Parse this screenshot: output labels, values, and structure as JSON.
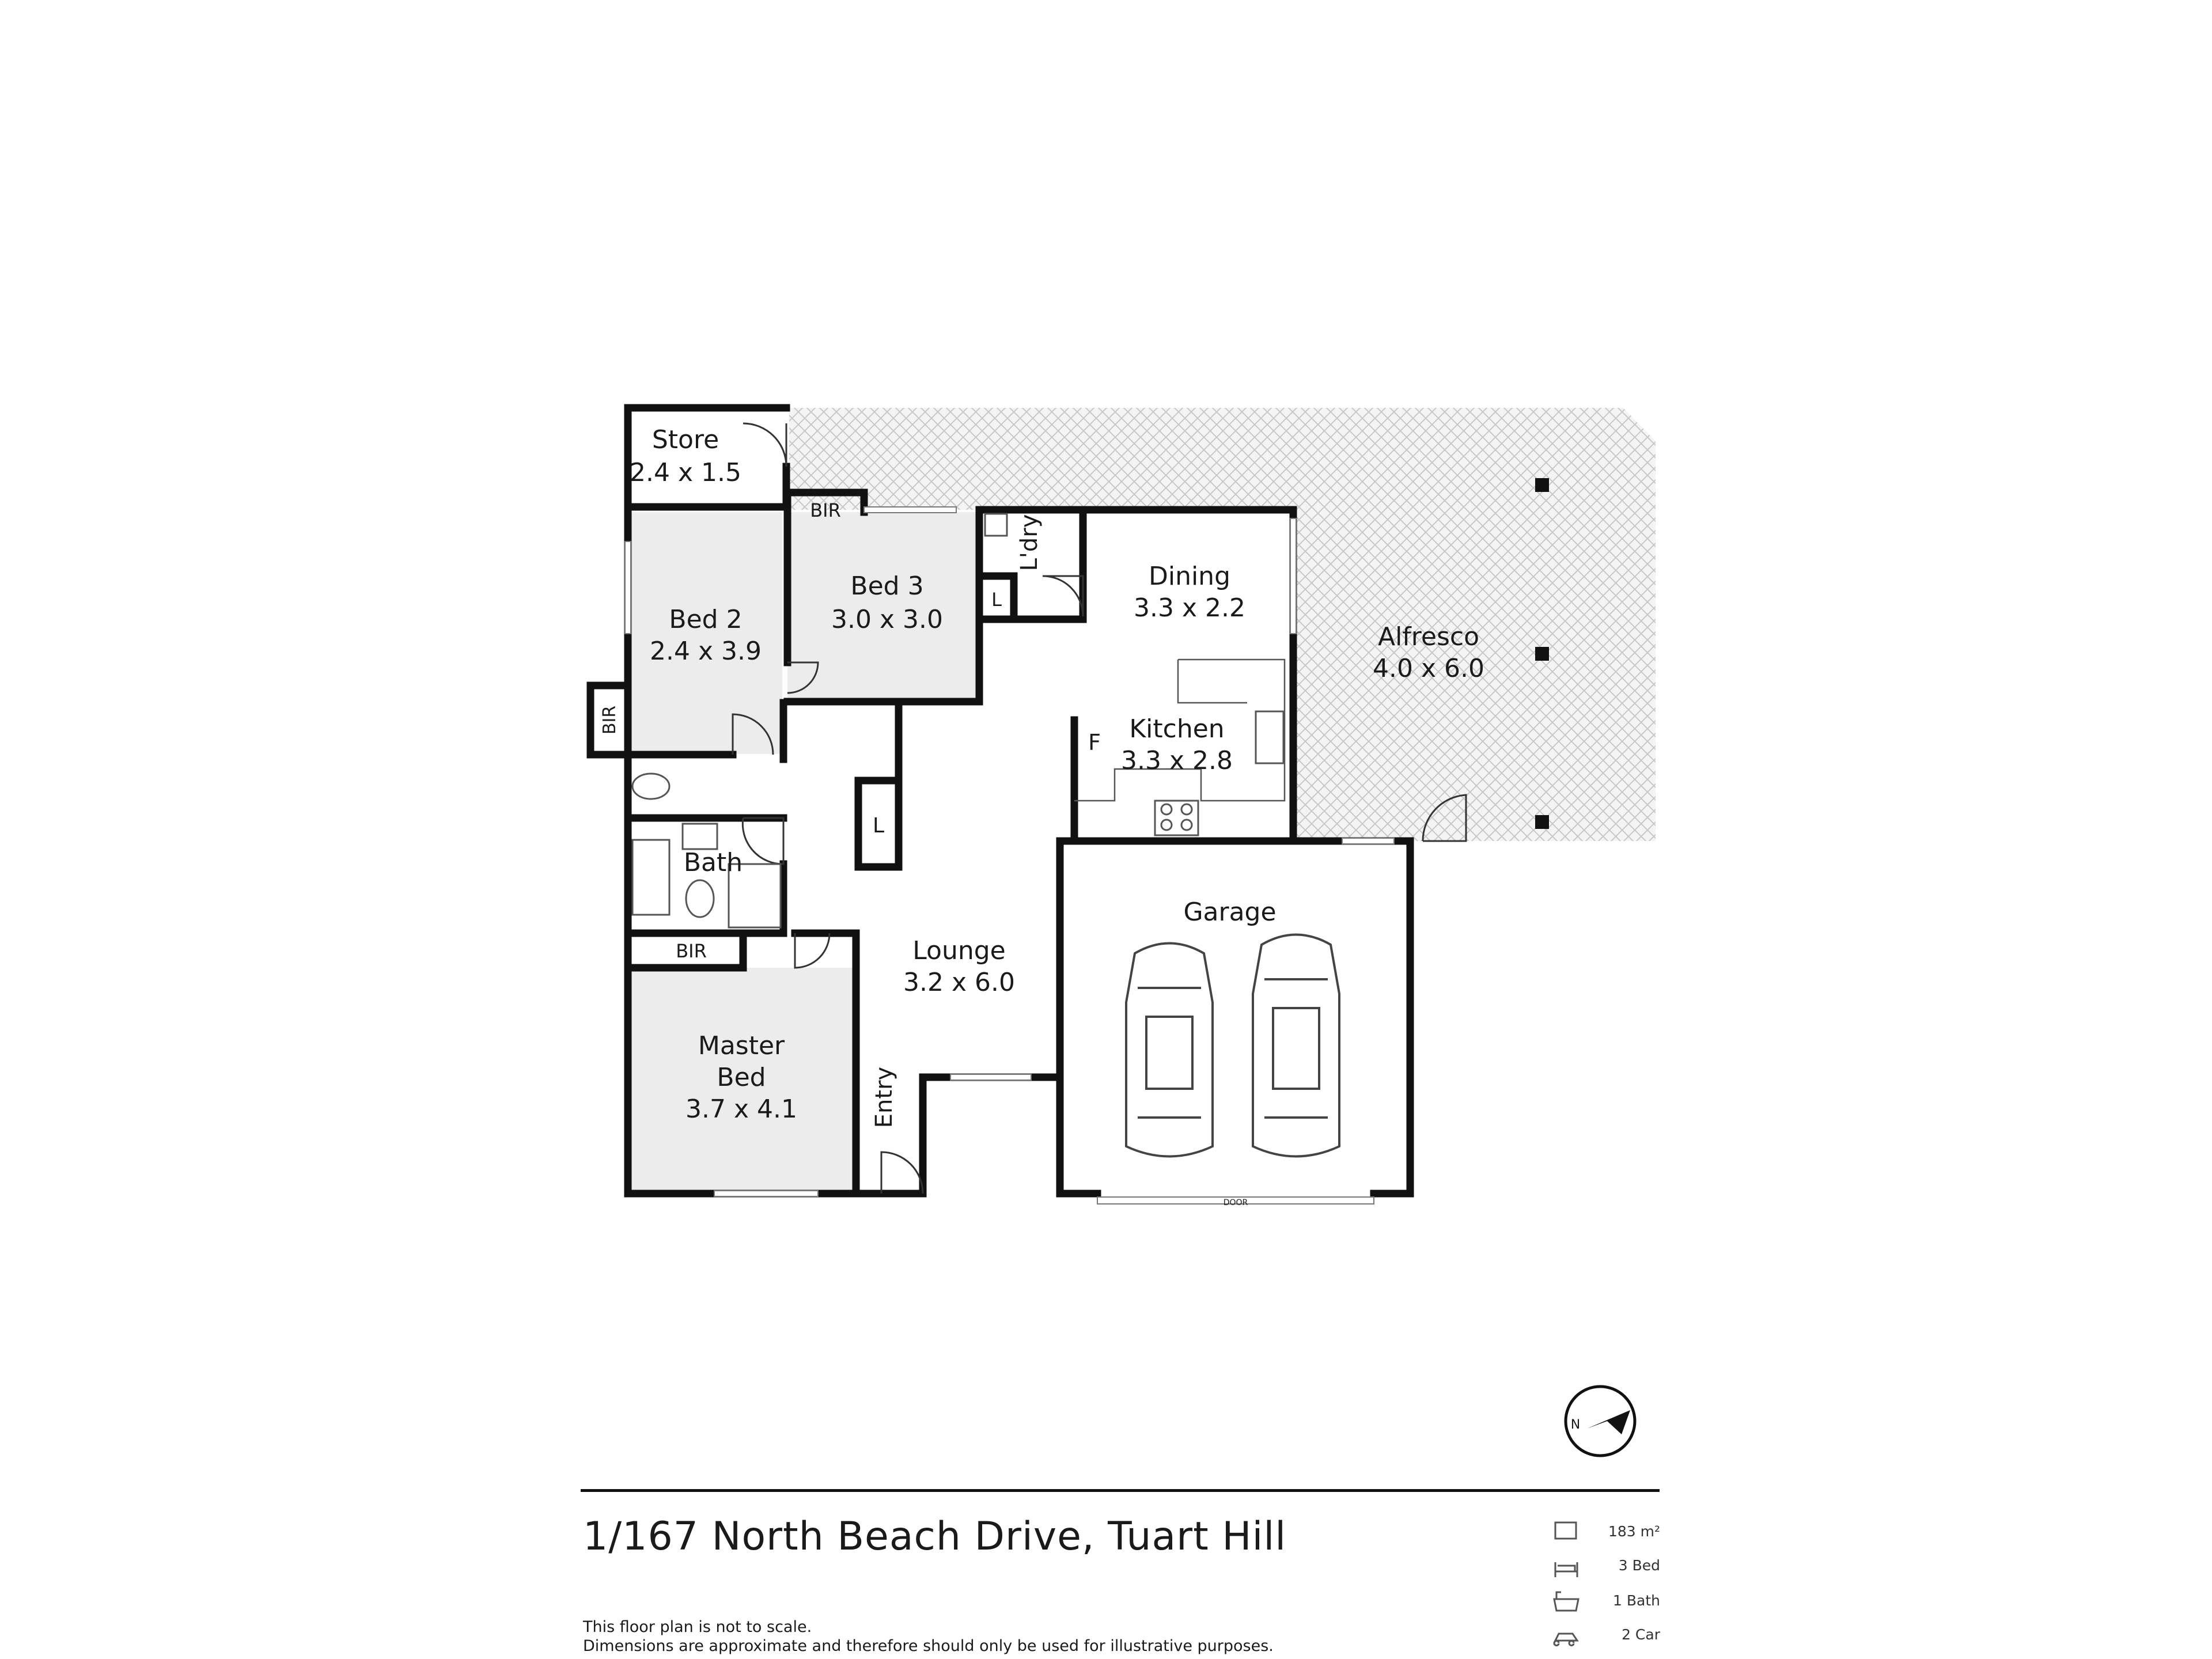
{
  "colors": {
    "room_fill": "#ececec",
    "wall": "#111111",
    "paving": "#d2d2d2"
  },
  "rooms": {
    "store": {
      "name": "Store",
      "size": "2.4 x 1.5"
    },
    "bed2": {
      "name": "Bed 2",
      "size": "2.4 x 3.9"
    },
    "bed3": {
      "name": "Bed 3",
      "size": "3.0 x 3.0"
    },
    "dining": {
      "name": "Dining",
      "size": "3.3 x 2.2"
    },
    "alfresco": {
      "name": "Alfresco",
      "size": "4.0 x 6.0"
    },
    "kitchen": {
      "name": "Kitchen",
      "size": "3.3 x 2.8"
    },
    "garage": {
      "name": "Garage"
    },
    "lounge": {
      "name": "Lounge",
      "size": "3.2 x 6.0"
    },
    "master": {
      "name_line1": "Master",
      "name_line2": "Bed",
      "size": "3.7 x 4.1"
    },
    "bath": {
      "name": "Bath"
    },
    "laundry": {
      "name": "L'dry"
    },
    "entry": {
      "name": "Entry"
    }
  },
  "small_labels": {
    "bir_bed3": "BIR",
    "bir_bed2": "BIR",
    "bir_master": "BIR",
    "linen_laundry": "L",
    "linen_hall": "L",
    "fridge": "F",
    "garage_door": "DOOR"
  },
  "compass": {
    "letter": "N",
    "icon": "north-arrow-icon"
  },
  "footer": {
    "address": "1/167 North Beach Drive, Tuart Hill",
    "disclaimer_line1": "This floor plan is not to scale.",
    "disclaimer_line2": "Dimensions are approximate and therefore should only be used for illustrative purposes.",
    "stats": {
      "area": {
        "value": "183 m²",
        "icon": "area-icon"
      },
      "bed": {
        "value": "3 Bed",
        "icon": "bed-icon"
      },
      "bath": {
        "value": "1 Bath",
        "icon": "bath-icon"
      },
      "car": {
        "value": "2 Car",
        "icon": "car-icon"
      }
    }
  }
}
